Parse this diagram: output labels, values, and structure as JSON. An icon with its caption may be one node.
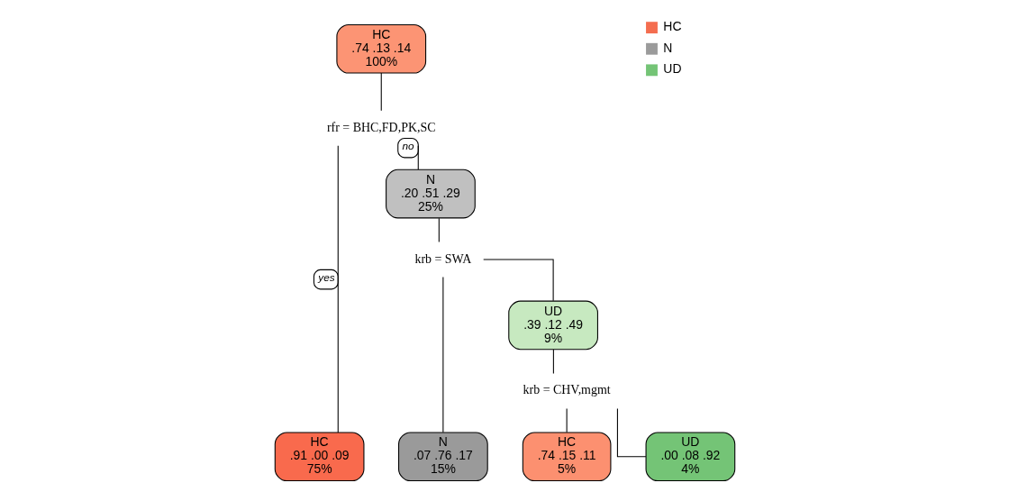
{
  "diagram": {
    "nodes": [
      {
        "text": [
          "HC",
          ".74 .13 .14",
          "100%"
        ]
      },
      {
        "text": [
          "rfr = BHC,FD,PK,SC"
        ]
      },
      {
        "text": [
          "HC",
          ".91 .00 .09",
          "75%"
        ]
      },
      {
        "text": [
          "N",
          ".20 .51 .29",
          "25%"
        ]
      },
      {
        "text": [
          "krb = SWA"
        ]
      },
      {
        "text": [
          "N",
          ".07 .76 .17",
          "15%"
        ]
      },
      {
        "text": [
          "UD",
          ".39 .12 .49",
          "9%"
        ]
      },
      {
        "text": [
          "krb = CHV,mgmt"
        ]
      },
      {
        "text": [
          "HC",
          ".74 .15 .11",
          "5%"
        ]
      },
      {
        "text": [
          "UD",
          ".00 .08 .92",
          "4%"
        ]
      }
    ],
    "edges": [
      {
        "from": 0,
        "to": 1,
        "arrow": "none"
      },
      {
        "from": 1,
        "to": 2,
        "arrow": "none",
        "label": "yes"
      },
      {
        "from": 1,
        "to": 3,
        "arrow": "none",
        "label": "no"
      },
      {
        "from": 3,
        "to": 4,
        "arrow": "none"
      },
      {
        "from": 4,
        "to": 5,
        "arrow": "none"
      },
      {
        "from": 4,
        "to": 6,
        "arrow": "none"
      },
      {
        "from": 6,
        "to": 7,
        "arrow": "none"
      },
      {
        "from": 7,
        "to": 8,
        "arrow": "none"
      },
      {
        "from": 7,
        "to": 9,
        "arrow": "none"
      }
    ],
    "legend": [
      {
        "text": "HC",
        "color": "#f46d4f"
      },
      {
        "text": "N",
        "color": "#9b9b9b"
      },
      {
        "text": "UD",
        "color": "#74c476"
      }
    ]
  }
}
